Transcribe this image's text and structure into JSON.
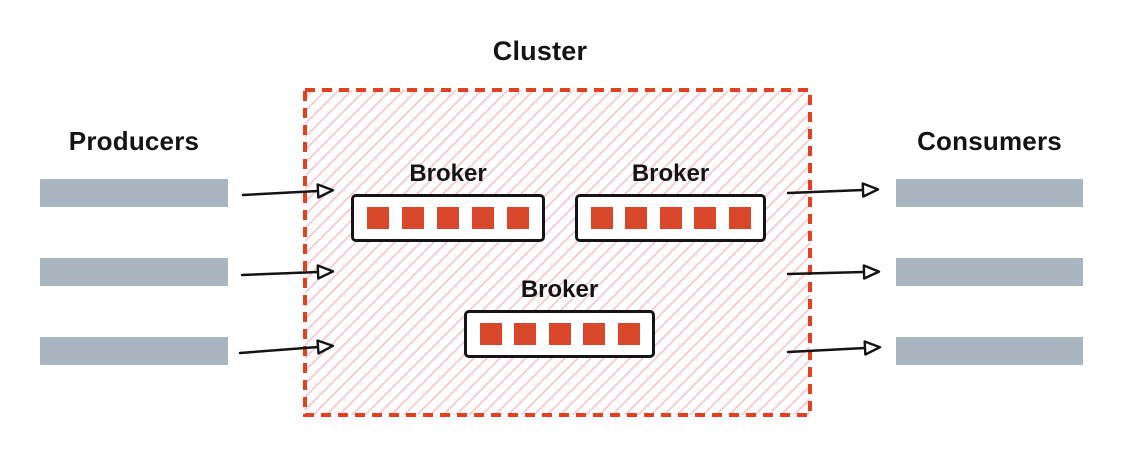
{
  "diagram": {
    "title": "Cluster",
    "producers": {
      "label": "Producers",
      "count": 3
    },
    "consumers": {
      "label": "Consumers",
      "count": 3
    },
    "cluster": {
      "label": "Cluster",
      "brokers": [
        {
          "label": "Broker",
          "partition_count": 5
        },
        {
          "label": "Broker",
          "partition_count": 5
        },
        {
          "label": "Broker",
          "partition_count": 5
        }
      ]
    },
    "flows": {
      "producer_arrows": 3,
      "consumer_arrows": 3
    }
  },
  "colors": {
    "cluster_border": "#e2401f",
    "cluster_hatch": "#f7c9d0",
    "partition_red": "#d9472b",
    "bar_gray": "#a9b6c2",
    "outline_black": "#141414"
  }
}
